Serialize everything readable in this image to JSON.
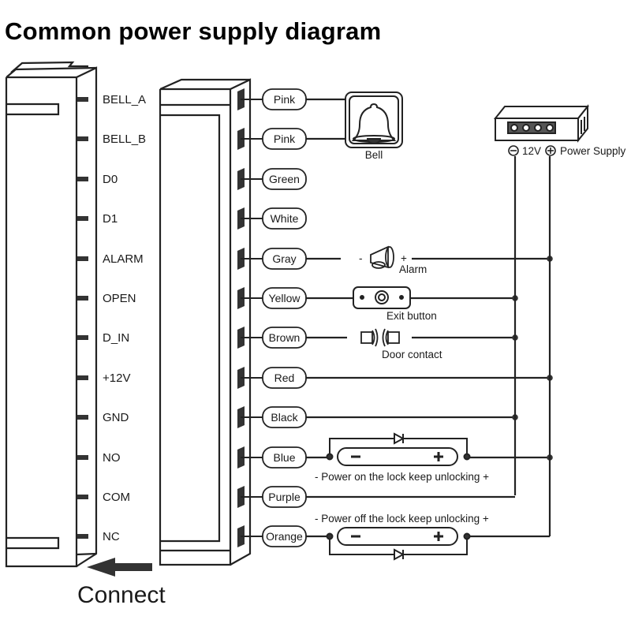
{
  "title": "Common power supply diagram",
  "pins": [
    {
      "pin": "BELL_A",
      "wire": "Pink"
    },
    {
      "pin": "BELL_B",
      "wire": "Pink"
    },
    {
      "pin": "D0",
      "wire": "Green"
    },
    {
      "pin": "D1",
      "wire": "White"
    },
    {
      "pin": "ALARM",
      "wire": "Gray"
    },
    {
      "pin": "OPEN",
      "wire": "Yellow"
    },
    {
      "pin": "D_IN",
      "wire": "Brown"
    },
    {
      "pin": "+12V",
      "wire": "Red"
    },
    {
      "pin": "GND",
      "wire": "Black"
    },
    {
      "pin": "NO",
      "wire": "Blue"
    },
    {
      "pin": "COM",
      "wire": "Purple"
    },
    {
      "pin": "NC",
      "wire": "Orange"
    }
  ],
  "components": {
    "bell": "Bell",
    "alarm": "Alarm",
    "alarm_minus": "-",
    "alarm_plus": "+",
    "exit_button": "Exit button",
    "door_contact": "Door contact",
    "power_supply": "Power Supply",
    "voltage": "12V",
    "minus_symbol": "−",
    "plus_symbol": "+",
    "lock_on_caption": "-  Power on the lock keep unlocking  +",
    "lock_off_caption": "-  Power off the lock keep unlocking   +"
  },
  "connect_label": "Connect"
}
